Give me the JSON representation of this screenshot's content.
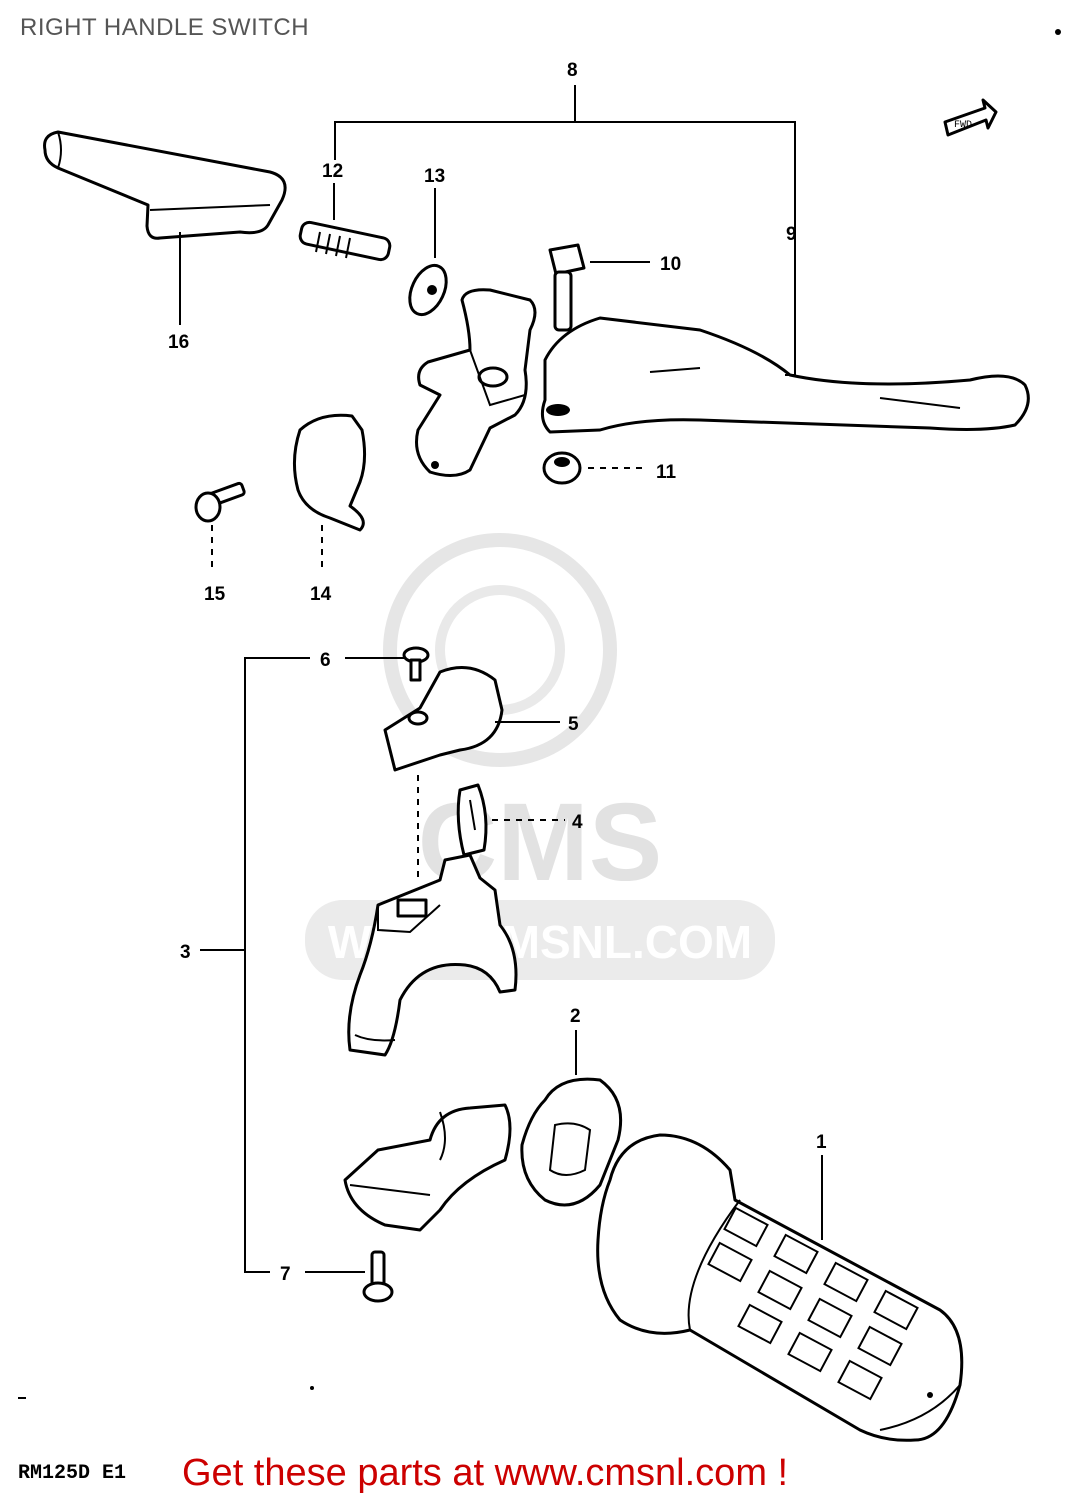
{
  "title": "RIGHT HANDLE SWITCH",
  "footer": {
    "model_code": "RM125D E1",
    "cta": "Get these parts at www.cmsnl.com !"
  },
  "watermark": {
    "brand": "CMS",
    "url": "WWW.CMSNL.COM"
  },
  "callouts": {
    "p1": "1",
    "p2": "2",
    "p3": "3",
    "p4": "4",
    "p5": "5",
    "p6": "6",
    "p7": "7",
    "p8": "8",
    "p9": "9",
    "p10": "10",
    "p11": "11",
    "p12": "12",
    "p13": "13",
    "p14": "14",
    "p15": "15",
    "p16": "16"
  },
  "direction_arrow": "FWD",
  "colors": {
    "cta": "#cc0000",
    "line": "#000000",
    "watermark": "#e2e2e2"
  }
}
